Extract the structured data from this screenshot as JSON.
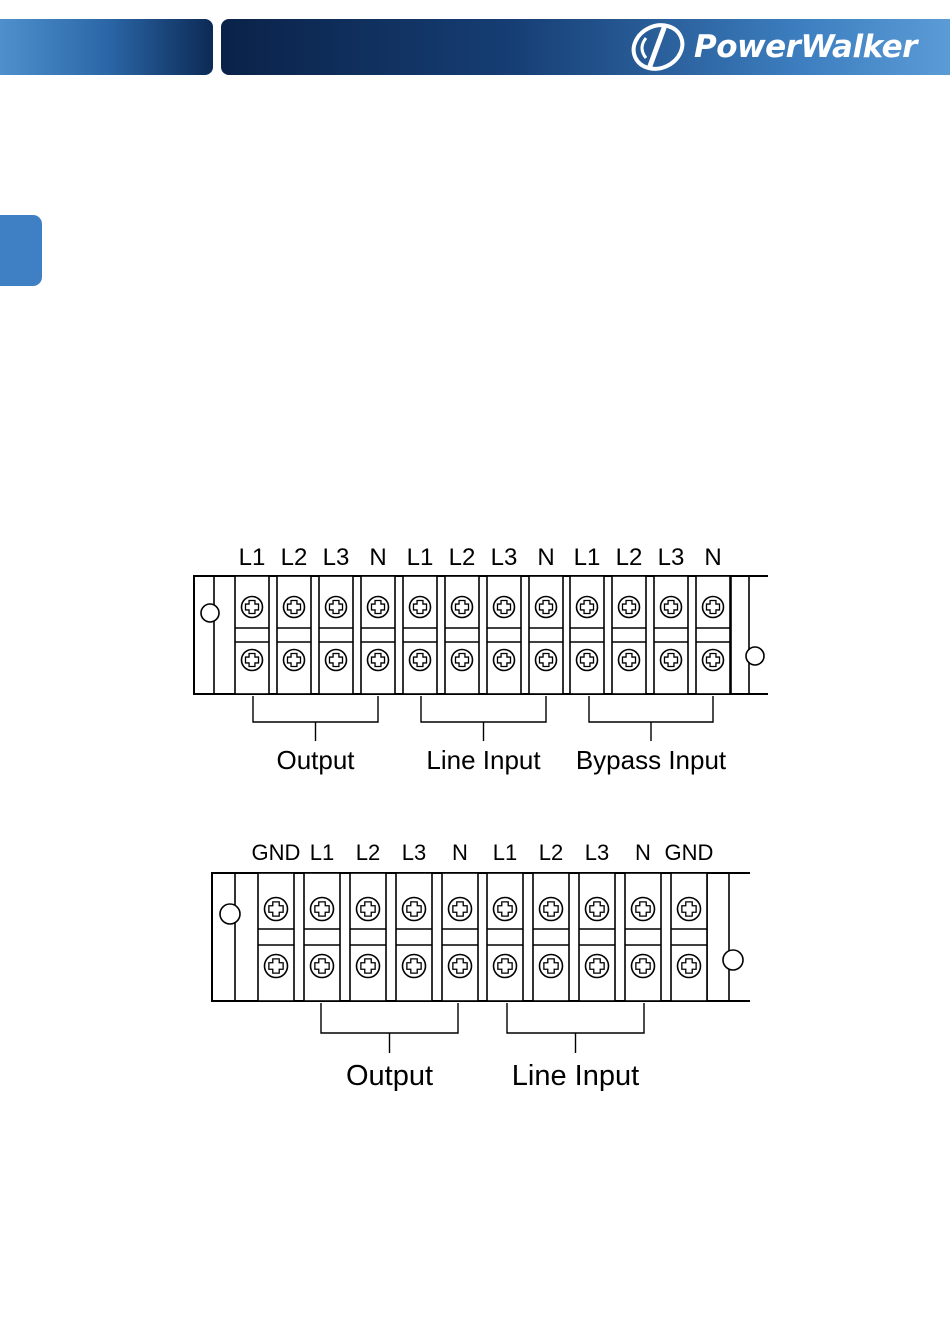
{
  "header": {
    "brand": "PowerWalker",
    "color_dark": "#0c2a55",
    "color_light": "#4e90cc"
  },
  "side_tab": {
    "color": "#3f7fc4"
  },
  "top_block": {
    "terminals": [
      "L1",
      "L2",
      "L3",
      "N",
      "L1",
      "L2",
      "L3",
      "N",
      "L1",
      "L2",
      "L3",
      "N"
    ],
    "groups": [
      "Output",
      "Line Input",
      "Bypass Input"
    ]
  },
  "bottom_block": {
    "terminals": [
      "GND",
      "L1",
      "L2",
      "L3",
      "N",
      "L1",
      "L2",
      "L3",
      "N",
      "GND"
    ],
    "groups": [
      "Output",
      "Line Input"
    ]
  }
}
